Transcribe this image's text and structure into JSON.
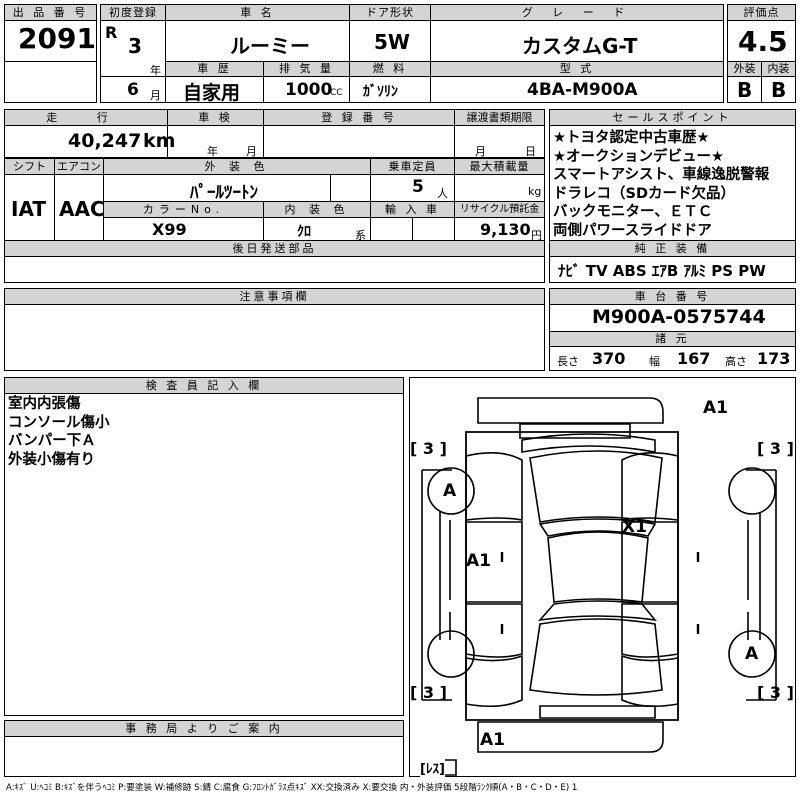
{
  "labels": {
    "lot_no": "出 品 番 号",
    "first_reg": "初度登録",
    "car_name": "車 名",
    "door": "ドア形状",
    "grade": "グ レ ー ド",
    "score": "評価点",
    "history": "車 歴",
    "displacement": "排 気 量",
    "fuel": "燃 料",
    "model": "型 式",
    "exterior": "外装",
    "interior": "内装",
    "mileage": "走 行",
    "inspection": "車 検",
    "reg_no": "登 録 番 号",
    "transfer_deadline": "譲渡書類期限",
    "sales_point": "セールスポイント",
    "shift": "シフト",
    "aircon": "エアコン",
    "ext_color": "外 装 色",
    "capacity": "乗車定員",
    "max_load": "最大積載量",
    "color_no": "カラーNo.",
    "int_color": "内 装 色",
    "import": "輸 入 車",
    "recycle": "リサイクル預託金",
    "later_parts": "後日発送部品",
    "std_equip": "純 正 装 備",
    "notes": "注意事項欄",
    "chassis_no": "車 台 番 号",
    "dims": "諸 元",
    "length": "長さ",
    "width": "幅",
    "height": "高さ",
    "inspector": "検 査 員 記 入 欄",
    "office": "事 務 局 よ り ご 案 内"
  },
  "units": {
    "year": "年",
    "month": "月",
    "cc": "CC",
    "km": "km",
    "inspection_year": "年",
    "inspection_month": "月",
    "deadline_month": "月",
    "deadline_day": "日",
    "persons": "人",
    "kg": "kg",
    "series": "系",
    "yen": "円"
  },
  "values": {
    "lot_no": "2091",
    "era": "R",
    "year": "3",
    "month": "6",
    "car_name": "ルーミー",
    "door": "5W",
    "grade": "カスタムG-T",
    "score": "4.5",
    "history": "自家用",
    "displacement": "1000",
    "fuel": "ｶﾞｿﾘﾝ",
    "model": "4BA-M900A",
    "exterior_grade": "B",
    "interior_grade": "B",
    "mileage": "40,247",
    "shift": "IAT",
    "aircon": "AAC",
    "ext_color": "ﾊﾟｰﾙﾂｰﾄﾝ",
    "capacity": "5",
    "color_no": "X99",
    "int_color": "ｸﾛ",
    "recycle": "9,130",
    "std_equip": "ﾅﾋﾞ TV ABS ｴｱB ｱﾙﾐ PS PW",
    "chassis_no": "M900A-0575744",
    "length": "370",
    "width": "167",
    "height": "173"
  },
  "sales_points": [
    "★トヨタ認定中古車歴★",
    "★オークションデビュー★",
    "スマートアシスト、車線逸脱警報",
    "ドラレコ（SDカード欠品）",
    "バックモニター、ＥＴＣ",
    "両側パワースライドドア"
  ],
  "inspector_notes": [
    "室内内張傷",
    "コンソール傷小",
    "バンパー下Ａ",
    "外装小傷有り"
  ],
  "diagram": {
    "marks": {
      "a1_top": "A1",
      "x1": "X1",
      "a1_left": "A1",
      "a1_bottom": "A1",
      "a_front_left_wheel": "A",
      "a_rear_right_wheel": "A",
      "three_tl": "[ 3 ]",
      "three_tr": "[ 3 ]",
      "three_bl": "[ 3 ]",
      "three_br": "[ 3 ]",
      "less": "[ﾚｽ]"
    }
  },
  "legend": "A:ｷｽﾞ U:ﾍｺﾐ B:ｷｽﾞを伴うﾍｺﾐ P:要塗装 W:補修跡 S:錆 C:腐食 G:ﾌﾛﾝﾄｶﾞﾗｽ点ｷｽﾞ XX:交換済み X:要交換 内・外装評価 5段階ﾗﾝｸ順(A・B・C・D・E) 1"
}
